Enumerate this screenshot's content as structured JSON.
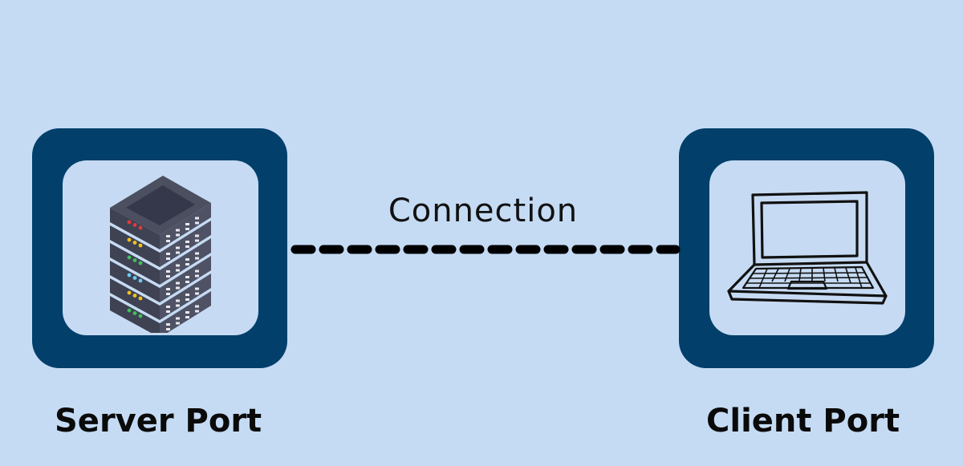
{
  "diagram": {
    "connection_label": "Connection",
    "server_label": "Server Port",
    "client_label": "Client Port"
  },
  "icons": {
    "server": "server-rack-icon",
    "client": "laptop-icon"
  },
  "colors": {
    "background": "#c5dbf4",
    "tile": "#023f6b",
    "tile_inner": "#c6dbf3",
    "line": "#000000"
  }
}
